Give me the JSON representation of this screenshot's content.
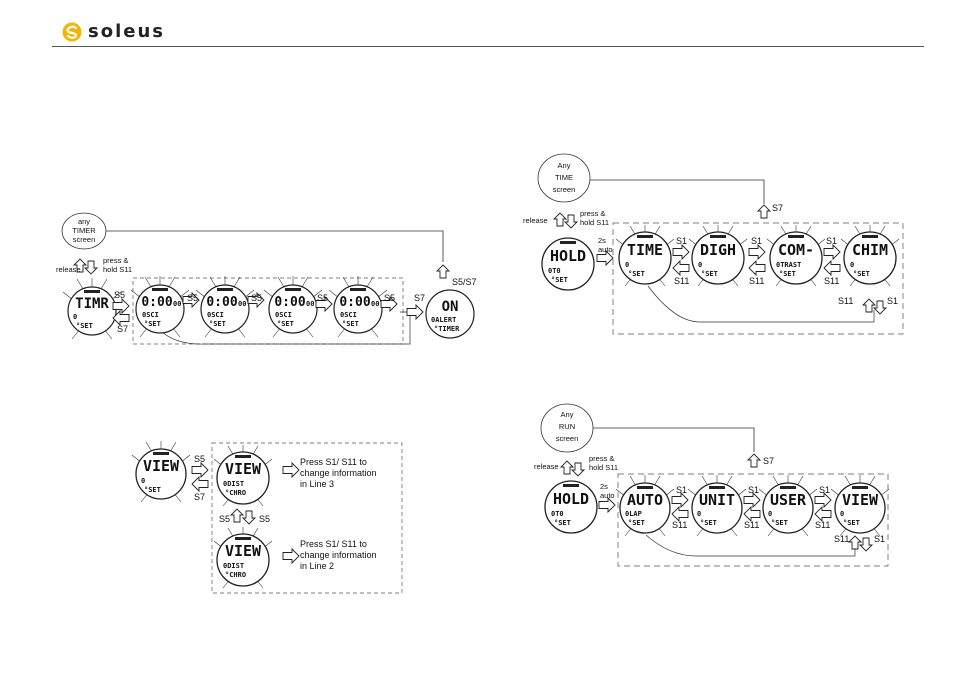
{
  "brand": {
    "name": "soleus",
    "logo_icon": "soleus-s-logo-icon"
  },
  "timer_flow": {
    "start_bubble": [
      "any",
      "TIMER",
      "screen"
    ],
    "release": "release",
    "press_hold": [
      "press &",
      "hold S11"
    ],
    "watches": [
      {
        "main": "TIMR",
        "sub1": "0",
        "sub2": "°SET"
      },
      {
        "main": "0:00",
        "suffix": "00",
        "sub1": "0SCI",
        "sub2": "°SET"
      },
      {
        "main": "0:00",
        "suffix": "00",
        "sub1": "0SCI",
        "sub2": "°SET"
      },
      {
        "main": "0:00",
        "suffix": "00",
        "sub1": "0SCI",
        "sub2": "°SET"
      },
      {
        "main": "0:00",
        "suffix": "00",
        "sub1": "0SCI",
        "sub2": "°SET"
      },
      {
        "main": "ON",
        "sub1": "0ALERT",
        "sub2": "°TIMER"
      }
    ],
    "labels": {
      "s5": "S5",
      "s7": "S7",
      "s5s7": "S5/S7"
    }
  },
  "view_flow": {
    "watches": [
      {
        "main": "VIEW",
        "sub1": "0",
        "sub2": "°SET"
      },
      {
        "main": "VIEW",
        "sub1": "0DIST",
        "sub2": "°CHRO"
      },
      {
        "main": "VIEW",
        "sub1": "0DIST",
        "sub2": "°CHRO"
      }
    ],
    "labels": {
      "s5": "S5",
      "s7": "S7"
    },
    "note_line3": [
      "Press S1/ S11 to",
      "change information",
      "in Line 3"
    ],
    "note_line2": [
      "Press S1/ S11 to",
      "change information",
      "in Line 2"
    ]
  },
  "time_flow": {
    "start_bubble": [
      "Any",
      "TIME",
      "screen"
    ],
    "release": "release",
    "press_hold": [
      "press &",
      "hold S11"
    ],
    "auto": [
      "2s",
      "auto"
    ],
    "watches": [
      {
        "main": "HOLD",
        "sub1": "0T0",
        "sub2": "°SET"
      },
      {
        "main": "TIME",
        "sub1": "0",
        "sub2": "°SET"
      },
      {
        "main": "DIGH",
        "sub1": "0",
        "sub2": "°SET"
      },
      {
        "main": "COM-",
        "sub1": "0TRAST",
        "sub2": "°SET"
      },
      {
        "main": "CHIM",
        "sub1": "0",
        "sub2": "°SET"
      }
    ],
    "labels": {
      "s1": "S1",
      "s11": "S11",
      "s7": "S7"
    }
  },
  "run_flow": {
    "start_bubble": [
      "Any",
      "RUN",
      "screen"
    ],
    "release": "release",
    "press_hold": [
      "press &",
      "hold S11"
    ],
    "auto": [
      "2s",
      "auto"
    ],
    "watches": [
      {
        "main": "HOLD",
        "sub1": "0T0",
        "sub2": "°SET"
      },
      {
        "main": "AUTO",
        "sub1": "0LAP",
        "sub2": "°SET"
      },
      {
        "main": "UNIT",
        "sub1": "0",
        "sub2": "°SET"
      },
      {
        "main": "USER",
        "sub1": "0",
        "sub2": "°SET"
      },
      {
        "main": "VIEW",
        "sub1": "0",
        "sub2": "°SET"
      }
    ],
    "labels": {
      "s1": "S1",
      "s11": "S11",
      "s7": "S7"
    }
  }
}
